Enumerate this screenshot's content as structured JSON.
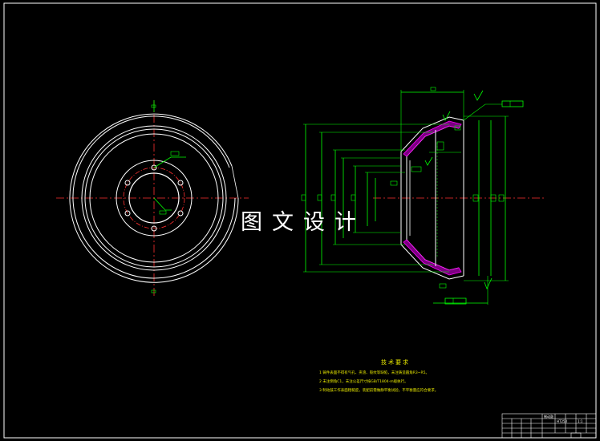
{
  "watermark": {
    "text": "图文设计"
  },
  "notes": {
    "title": "技术要求",
    "lines": [
      "1 铸件表面不得有气孔、夹渣、裂纹等缺陷，未注铸造圆角R3~R5。",
      "2 未注倒角C1，未注公差尺寸按GB/T1804-m级执行。",
      "3 制动鼓工作表面粗糙度，装配前需做静平衡试验，不平衡量应符合要求。"
    ]
  },
  "title_block": {
    "part_label": "制动鼓",
    "material": "HT250",
    "scale": "1:1"
  },
  "colors": {
    "background": "#000000",
    "outline": "#ffffff",
    "dimension": "#00ff00",
    "centerline": "#ff3030",
    "section": "#d000d0",
    "hatch": "#ff00ff",
    "text": "#ffff00",
    "symbol": "#00ffff"
  }
}
